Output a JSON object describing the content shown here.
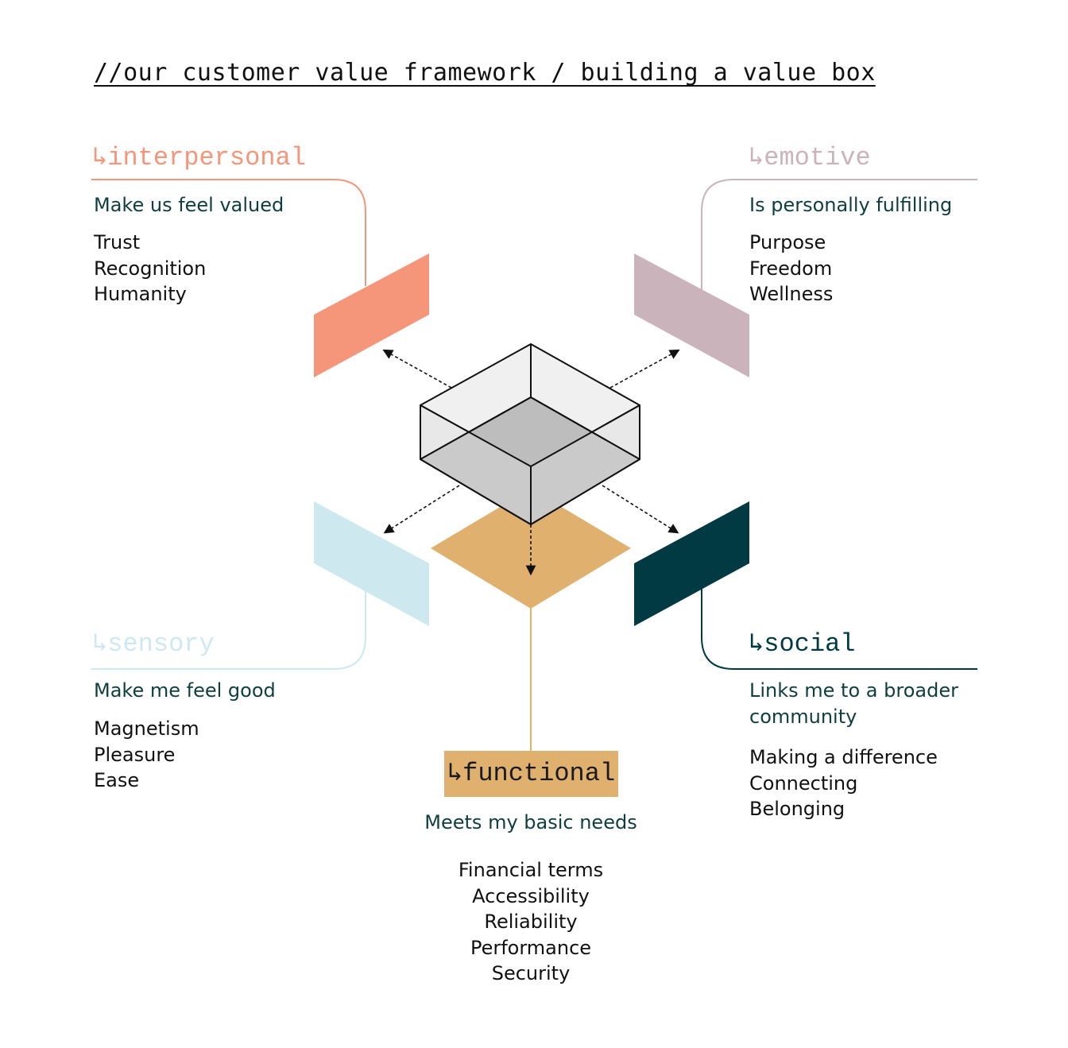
{
  "title": "//our customer value framework / building a value box",
  "colors": {
    "interpersonal": "#f5957a",
    "emotive": "#cbb3bb",
    "sensory": "#cde9ef",
    "social": "#023a44",
    "functional": "#dfb06e",
    "subtitle_text": "#0e3e3f"
  },
  "dimensions": {
    "interpersonal": {
      "heading": "↳interpersonal",
      "subtitle": "Make us feel valued",
      "items": [
        "Trust",
        "Recognition",
        "Humanity"
      ]
    },
    "emotive": {
      "heading": "↳emotive",
      "subtitle": "Is personally fulfilling",
      "items": [
        "Purpose",
        "Freedom",
        "Wellness"
      ]
    },
    "sensory": {
      "heading": "↳sensory",
      "subtitle": "Make me feel good",
      "items": [
        "Magnetism",
        "Pleasure",
        "Ease"
      ]
    },
    "social": {
      "heading": "↳social",
      "subtitle_line1": "Links me to a broader",
      "subtitle_line2": "community",
      "items": [
        "Making a difference",
        "Connecting",
        "Belonging"
      ]
    },
    "functional": {
      "heading": "↳functional",
      "subtitle": "Meets my basic needs",
      "items": [
        "Financial terms",
        "Accessibility",
        "Reliability",
        "Performance",
        "Security"
      ]
    }
  }
}
